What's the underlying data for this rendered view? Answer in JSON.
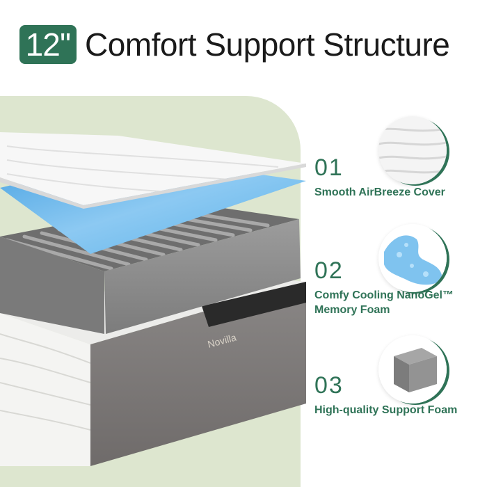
{
  "header": {
    "size_badge": "12''",
    "title": "Comfort Support Structure"
  },
  "brand": {
    "logo_text": "Novilla"
  },
  "features": [
    {
      "number": "01",
      "label": "Smooth AirBreeze Cover",
      "icon": "quilted-cover-swatch"
    },
    {
      "number": "02",
      "label_line1": "Comfy Cooling NanoGel™",
      "label_line2": "Memory Foam",
      "icon": "gel-foam-swatch"
    },
    {
      "number": "03",
      "label": "High-quality Support Foam",
      "icon": "support-foam-block"
    }
  ],
  "colors": {
    "accent": "#2f7357",
    "panel": "#dde6cf",
    "gel_blue": "#6ab4e6",
    "foam_gray": "#8e8e8e"
  }
}
